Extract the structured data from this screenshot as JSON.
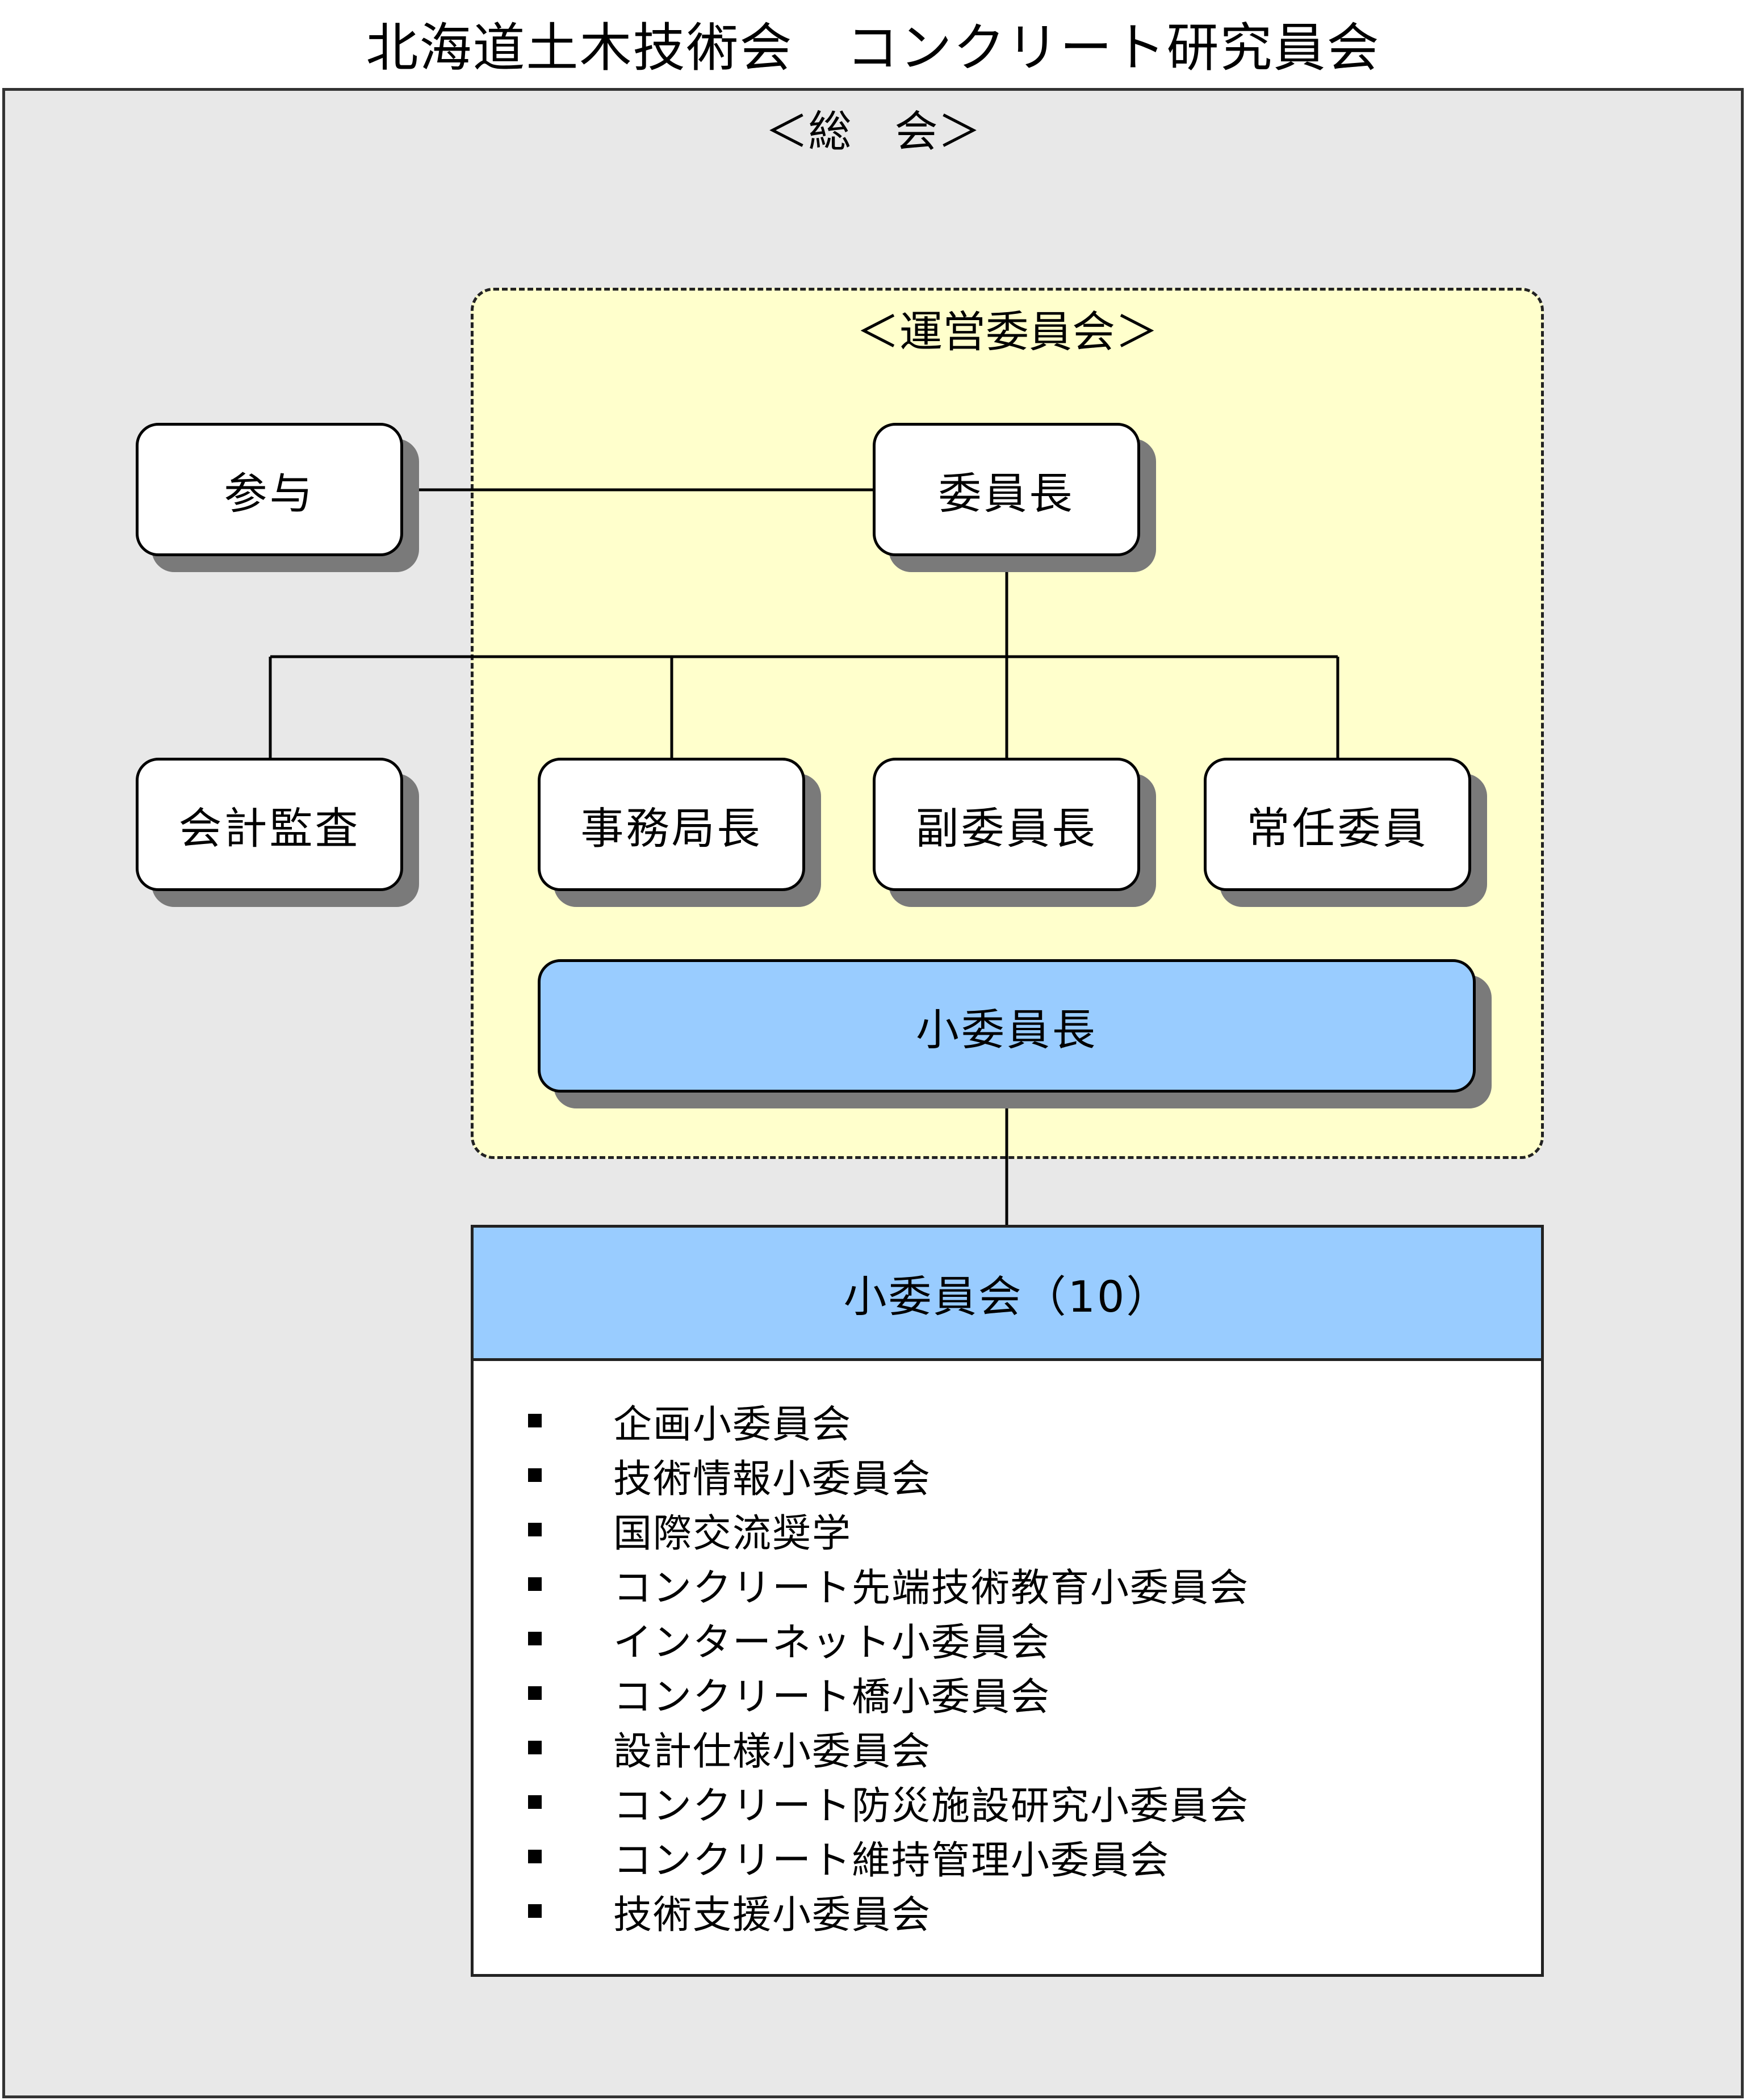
{
  "title": "北海道土木技術会　コンクリート研究員会",
  "assembly": {
    "label": "＜総　会＞"
  },
  "steering": {
    "label": "＜運営委員会＞"
  },
  "roles": {
    "advisor": "参与",
    "chairman": "委員長",
    "auditor": "会計監査",
    "secretary_general": "事務局長",
    "vice_chairman": "副委員長",
    "standing_member": "常任委員",
    "subcommittee_chair": "小委員長"
  },
  "subcommittees": {
    "header": "小委員会（10）",
    "items": [
      "企画小委員会",
      "技術情報小委員会",
      "国際交流奨学",
      "コンクリート先端技術教育小委員会",
      "インターネット小委員会",
      "コンクリート橋小委員会",
      "設計仕様小委員会",
      "コンクリート防災施設研究小委員会",
      "コンクリート維持管理小委員会",
      "技術支援小委員会"
    ]
  },
  "colors": {
    "background": "#e8e8e8",
    "steering_fill": "#ffffcc",
    "highlight_blue": "#99ccff",
    "box_fill": "#ffffff",
    "shadow": "#7a7a7a"
  }
}
